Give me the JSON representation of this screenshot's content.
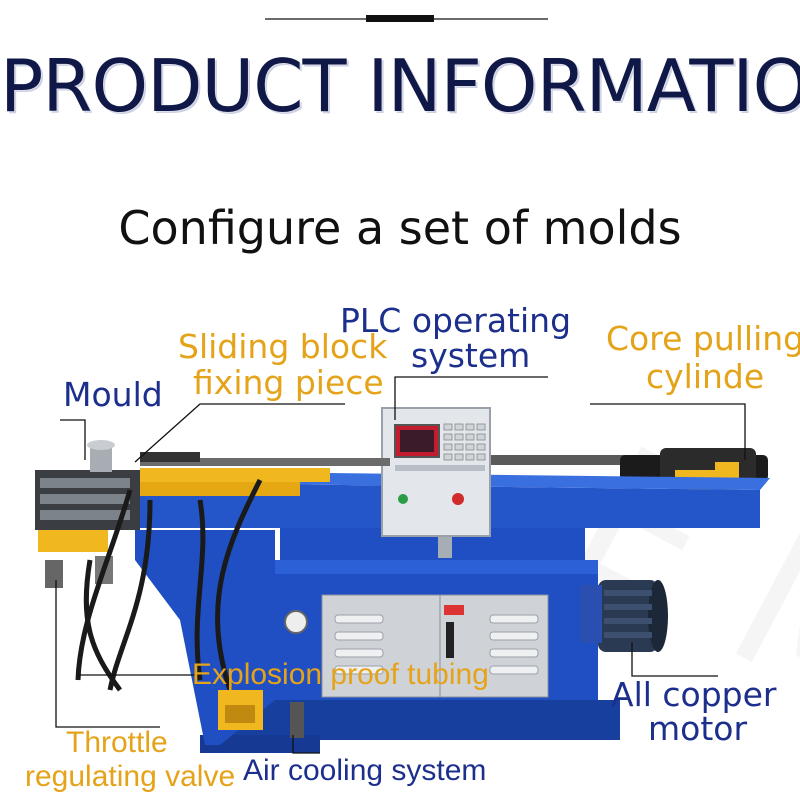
{
  "header": {
    "title": "PRODUCT INFORMATION",
    "subtitle": "Configure a set of molds"
  },
  "labels": {
    "mould": "Mould",
    "sliding_block_line1": "Sliding block",
    "sliding_block_line2": "fixing piece",
    "plc_line1": "PLC operating",
    "plc_line2": "system",
    "core_line1": "Core pulling",
    "core_line2": "cylinde",
    "explosion": "Explosion proof tubing",
    "motor_line1": "All copper",
    "motor_line2": "motor",
    "throttle_line1": "Throttle",
    "throttle_line2": "regulating valve",
    "air_cooling": "Air cooling system"
  },
  "colors": {
    "title": "#101848",
    "navy_label": "#1c2f8c",
    "gold_label": "#e5a31a",
    "machine_blue": "#1f4fc2",
    "machine_blue_dark": "#163a93",
    "panel_grey": "#cfd3d8",
    "cylinder_yellow": "#f0b81e"
  }
}
